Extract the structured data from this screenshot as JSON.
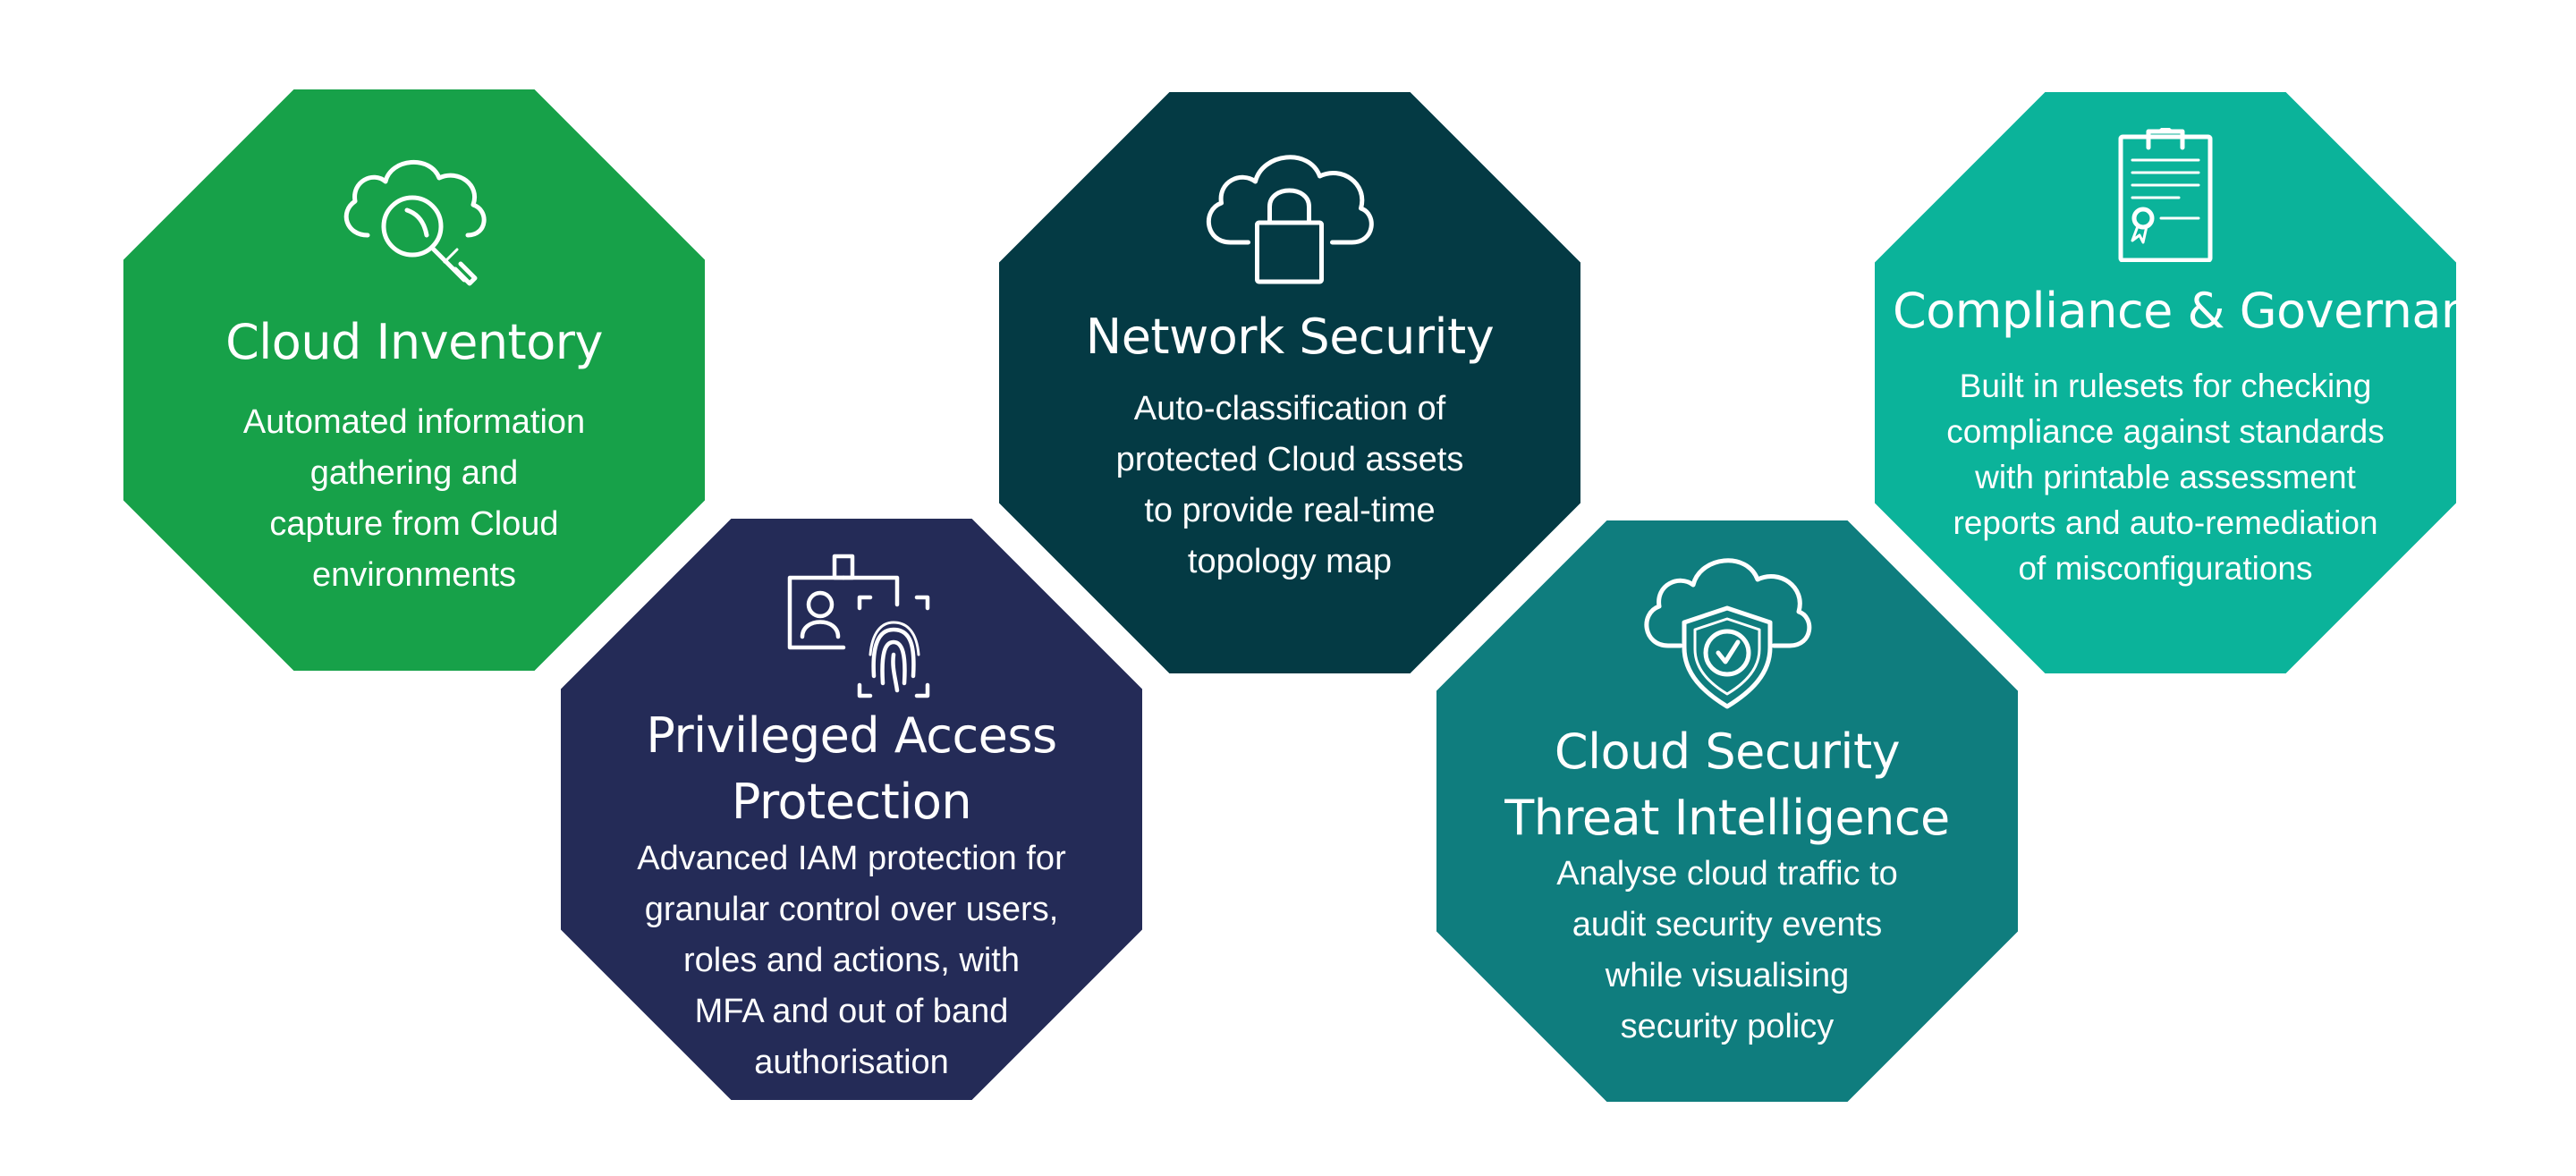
{
  "colors": {
    "background": "#ffffff",
    "cloud_inventory": "#17a149",
    "network_security": "#043a44",
    "compliance_governance": "#0bb39a",
    "privileged_access": "#242b57",
    "threat_intelligence": "#0f7d7e",
    "icon_stroke": "#ffffff"
  },
  "cards": {
    "cloud_inventory": {
      "icon": "cloud-search-icon",
      "title": [
        "Cloud Inventory"
      ],
      "description": [
        "Automated information",
        "gathering and",
        "capture from Cloud",
        "environments"
      ]
    },
    "network_security": {
      "icon": "cloud-lock-icon",
      "title": [
        "Network Security"
      ],
      "description": [
        "Auto-classification of",
        "protected Cloud assets",
        "to provide real-time",
        "topology map"
      ]
    },
    "compliance_governance": {
      "icon": "certificate-clipboard-icon",
      "title": [
        "Compliance & Governance"
      ],
      "description": [
        "Built in rulesets for checking",
        "compliance against standards",
        "with printable assessment",
        "reports and auto-remediation",
        "of misconfigurations"
      ]
    },
    "privileged_access": {
      "icon": "id-badge-fingerprint-icon",
      "title": [
        "Privileged Access",
        "Protection"
      ],
      "description": [
        "Advanced IAM protection for",
        "granular control over users,",
        "roles and actions, with",
        "MFA and out of band",
        "authorisation"
      ]
    },
    "threat_intelligence": {
      "icon": "cloud-shield-check-icon",
      "title": [
        "Cloud Security",
        "Threat Intelligence"
      ],
      "description": [
        "Analyse cloud traffic to",
        "audit security events",
        "while visualising",
        "security policy"
      ]
    }
  }
}
